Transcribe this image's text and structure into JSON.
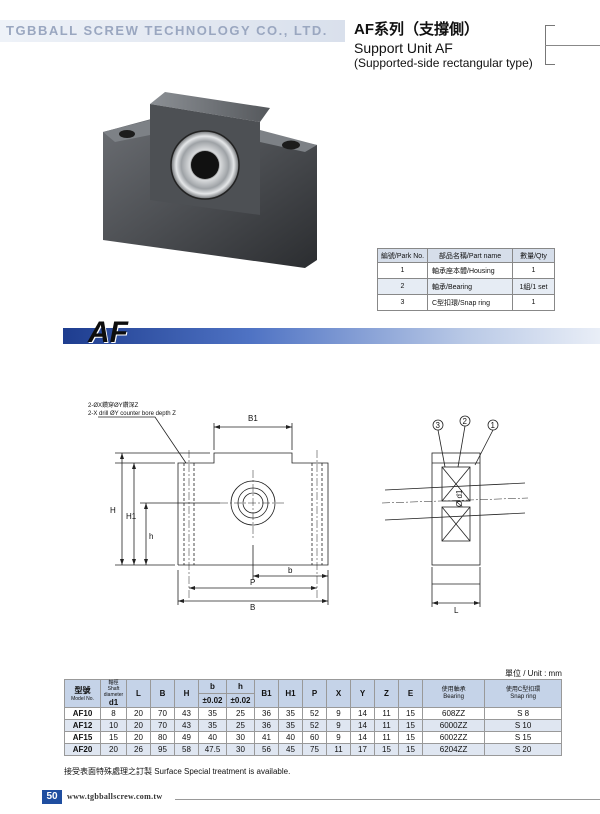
{
  "header": {
    "company": "TGBBALL SCREW TECHNOLOGY CO., LTD.",
    "title_cn": "AF系列（支撐側）",
    "title_en": "Support Unit AF",
    "subtitle": "(Supported-side rectangular type)"
  },
  "parts_table": {
    "headers": [
      "編號/Park No.",
      "部品名稱/Part name",
      "數量/Qty"
    ],
    "rows": [
      {
        "no": "1",
        "name": "軸承座本體/Housing",
        "qty": "1"
      },
      {
        "no": "2",
        "name": "軸承/Bearing",
        "qty": "1組/1 set"
      },
      {
        "no": "3",
        "name": "C型扣環/Snap ring",
        "qty": "1"
      }
    ]
  },
  "section_label": "AF",
  "drawing": {
    "note_line1": "2-ØX鑽穿ØY鑽深Z",
    "note_line2": "2-X drill ØY counter bore depth Z",
    "label_B1": "B1",
    "label_H": "H",
    "label_H1": "H1",
    "label_h": "h",
    "label_b": "b",
    "label_P": "P",
    "label_B": "B",
    "label_L": "L",
    "label_d1": "Ø d1",
    "callout_1": "1",
    "callout_2": "2",
    "callout_3": "3"
  },
  "unit": "單位 / Unit : mm",
  "dims_table": {
    "head": {
      "model_cn": "型號",
      "model_en": "Model No.",
      "d1_cn": "軸徑",
      "d1_en1": "Shaft",
      "d1_en2": "diameter",
      "d1": "d1",
      "L": "L",
      "B": "B",
      "H": "H",
      "b": "b",
      "b_tol": "±0.02",
      "h": "h",
      "h_tol": "±0.02",
      "B1": "B1",
      "H1": "H1",
      "P": "P",
      "X": "X",
      "Y": "Y",
      "Z": "Z",
      "E": "E",
      "bearing_cn": "使用軸承",
      "bearing_en": "Bearing",
      "snap_cn": "使用C型扣環",
      "snap_en": "Snap ring"
    },
    "rows": [
      {
        "model": "AF10",
        "d1": "8",
        "L": "20",
        "B": "70",
        "H": "43",
        "b": "35",
        "h": "25",
        "B1": "36",
        "H1": "35",
        "P": "52",
        "X": "9",
        "Y": "14",
        "Z": "11",
        "E": "15",
        "bearing": "608ZZ",
        "snap": "S 8"
      },
      {
        "model": "AF12",
        "d1": "10",
        "L": "20",
        "B": "70",
        "H": "43",
        "b": "35",
        "h": "25",
        "B1": "36",
        "H1": "35",
        "P": "52",
        "X": "9",
        "Y": "14",
        "Z": "11",
        "E": "15",
        "bearing": "6000ZZ",
        "snap": "S 10"
      },
      {
        "model": "AF15",
        "d1": "15",
        "L": "20",
        "B": "80",
        "H": "49",
        "b": "40",
        "h": "30",
        "B1": "41",
        "H1": "40",
        "P": "60",
        "X": "9",
        "Y": "14",
        "Z": "11",
        "E": "15",
        "bearing": "6002ZZ",
        "snap": "S 15"
      },
      {
        "model": "AF20",
        "d1": "20",
        "L": "26",
        "B": "95",
        "H": "58",
        "b": "47.5",
        "h": "30",
        "B1": "56",
        "H1": "45",
        "P": "75",
        "X": "11",
        "Y": "17",
        "Z": "15",
        "E": "15",
        "bearing": "6204ZZ",
        "snap": "S 20"
      }
    ]
  },
  "footnote": "接受表面特殊處理之訂製 Surface Special treatment is available.",
  "footer": {
    "page": "50",
    "site": "www.tgbballscrew.com.tw"
  }
}
